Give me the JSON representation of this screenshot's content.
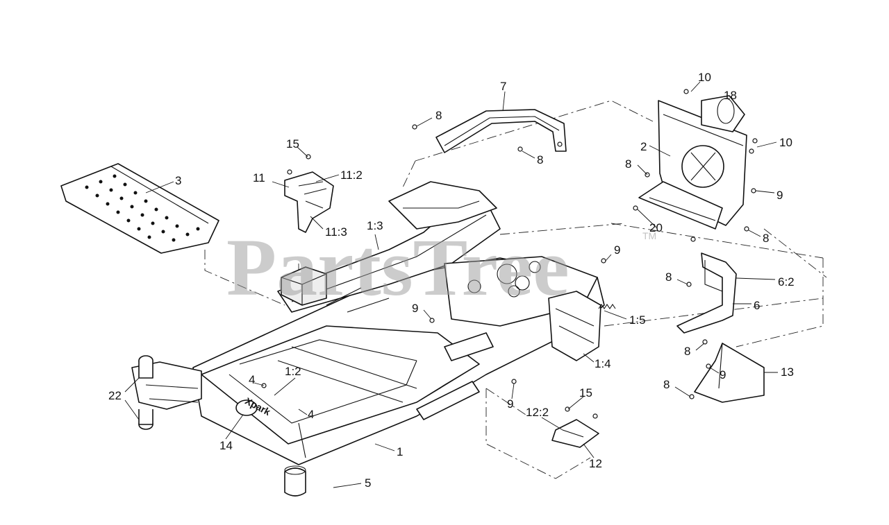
{
  "watermark": {
    "text": "PartsTree",
    "trademark": "TM"
  },
  "decal": {
    "text": "Xpark"
  },
  "callouts": {
    "c1": "1",
    "c1_2": "1:2",
    "c1_3": "1:3",
    "c1_4": "1:4",
    "c1_5": "1:5",
    "c2": "2",
    "c3": "3",
    "c4a": "4",
    "c4b": "4",
    "c5": "5",
    "c6": "6",
    "c6_2": "6:2",
    "c7": "7",
    "c8a": "8",
    "c8b": "8",
    "c8c": "8",
    "c8d": "8",
    "c8e": "8",
    "c8f": "8",
    "c8g": "8",
    "c9a": "9",
    "c9b": "9",
    "c9c": "9",
    "c9d": "9",
    "c9e": "9",
    "c10a": "10",
    "c10b": "10",
    "c11": "11",
    "c11_2": "11:2",
    "c11_3": "11:3",
    "c12": "12",
    "c12_2": "12:2",
    "c13": "13",
    "c14": "14",
    "c15a": "15",
    "c15b": "15",
    "c18": "18",
    "c20": "20",
    "c22": "22"
  }
}
